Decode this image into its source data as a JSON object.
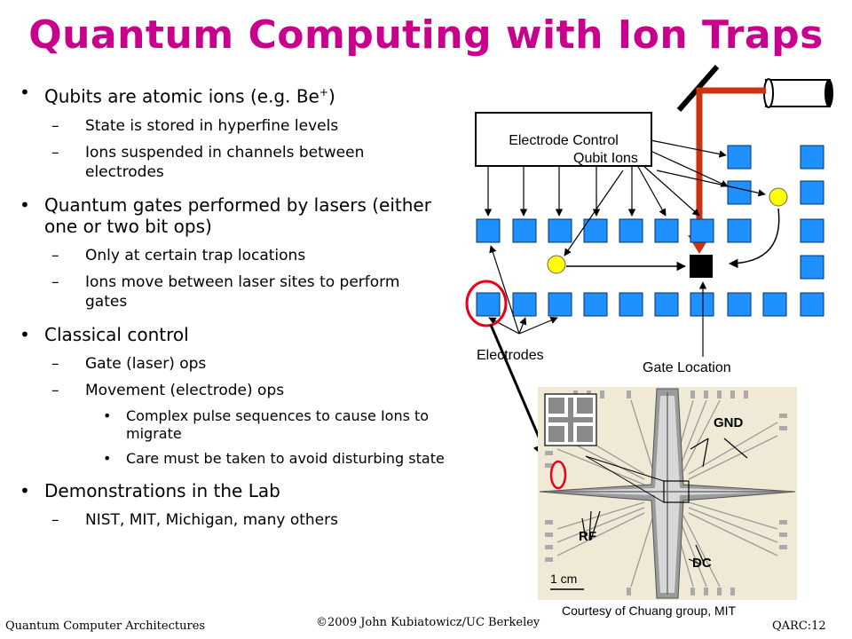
{
  "title": "Quantum Computing with Ion Traps",
  "bullets": {
    "b1": "Qubits are atomic ions (e.g. Be",
    "b1_sup": "+",
    "b1_end": ")",
    "b1_sub1": "State is stored in hyperfine levels",
    "b1_sub2": "Ions suspended in channels between electrodes",
    "b2": "Quantum gates performed by lasers (either one or two bit ops)",
    "b2_sub1": "Only at certain trap locations",
    "b2_sub2": "Ions move between laser sites to perform gates",
    "b3": "Classical control",
    "b3_sub1": "Gate (laser) ops",
    "b3_sub2": "Movement (electrode) ops",
    "b3_sub2_a": "Complex pulse sequences to cause Ions to migrate",
    "b3_sub2_b": "Care must be taken to avoid disturbing state",
    "b4": "Demonstrations in the Lab",
    "b4_sub1": "NIST, MIT, Michigan, many others"
  },
  "diagram": {
    "electrode_control": "Electrode Control",
    "qubit_ions": "Qubit Ions",
    "electrodes": "Electrodes",
    "gate_location": "Gate Location",
    "colors": {
      "electrode": "#1e90ff",
      "ion": "#ffff00",
      "laser": "#cc3311",
      "highlight": "#e8001c"
    }
  },
  "chip": {
    "gnd": "GND",
    "rf": "RF",
    "dc": "DC",
    "scale": "1 cm"
  },
  "credit": "Courtesy of Chuang group, MIT",
  "footer": {
    "left": "Quantum Computer Architectures",
    "center": "©2009 John Kubiatowicz/UC Berkeley",
    "right": "QARC:12"
  }
}
